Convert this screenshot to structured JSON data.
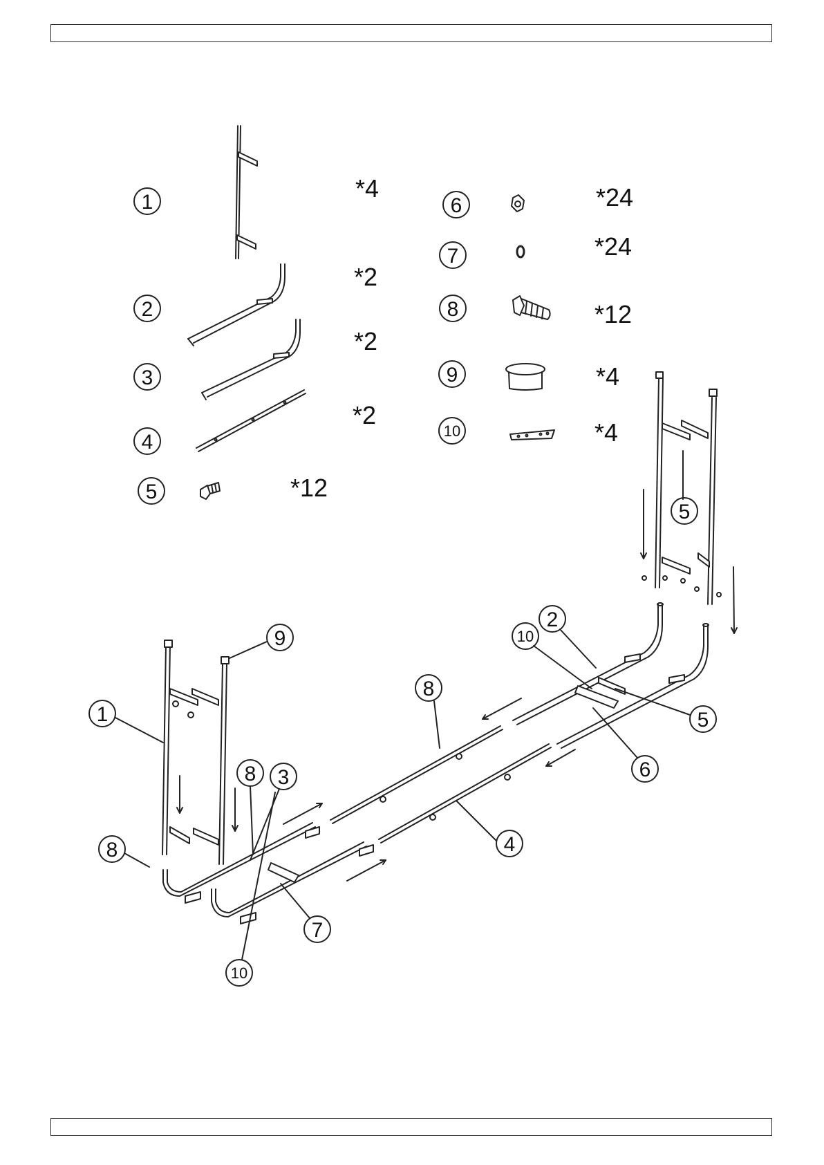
{
  "parts": [
    {
      "number": "1",
      "qty": "*4"
    },
    {
      "number": "2",
      "qty": "*2"
    },
    {
      "number": "3",
      "qty": "*2"
    },
    {
      "number": "4",
      "qty": "*2"
    },
    {
      "number": "5",
      "qty": "*12"
    },
    {
      "number": "6",
      "qty": "*24"
    },
    {
      "number": "7",
      "qty": "*24"
    },
    {
      "number": "8",
      "qty": "*12"
    },
    {
      "number": "9",
      "qty": "*4"
    },
    {
      "number": "10",
      "qty": "*4"
    }
  ],
  "assembly_callouts": [
    "1",
    "2",
    "3",
    "4",
    "5",
    "5",
    "6",
    "7",
    "8",
    "8",
    "8",
    "9",
    "10",
    "10"
  ],
  "colors": {
    "line": "#222222",
    "background": "#ffffff"
  }
}
